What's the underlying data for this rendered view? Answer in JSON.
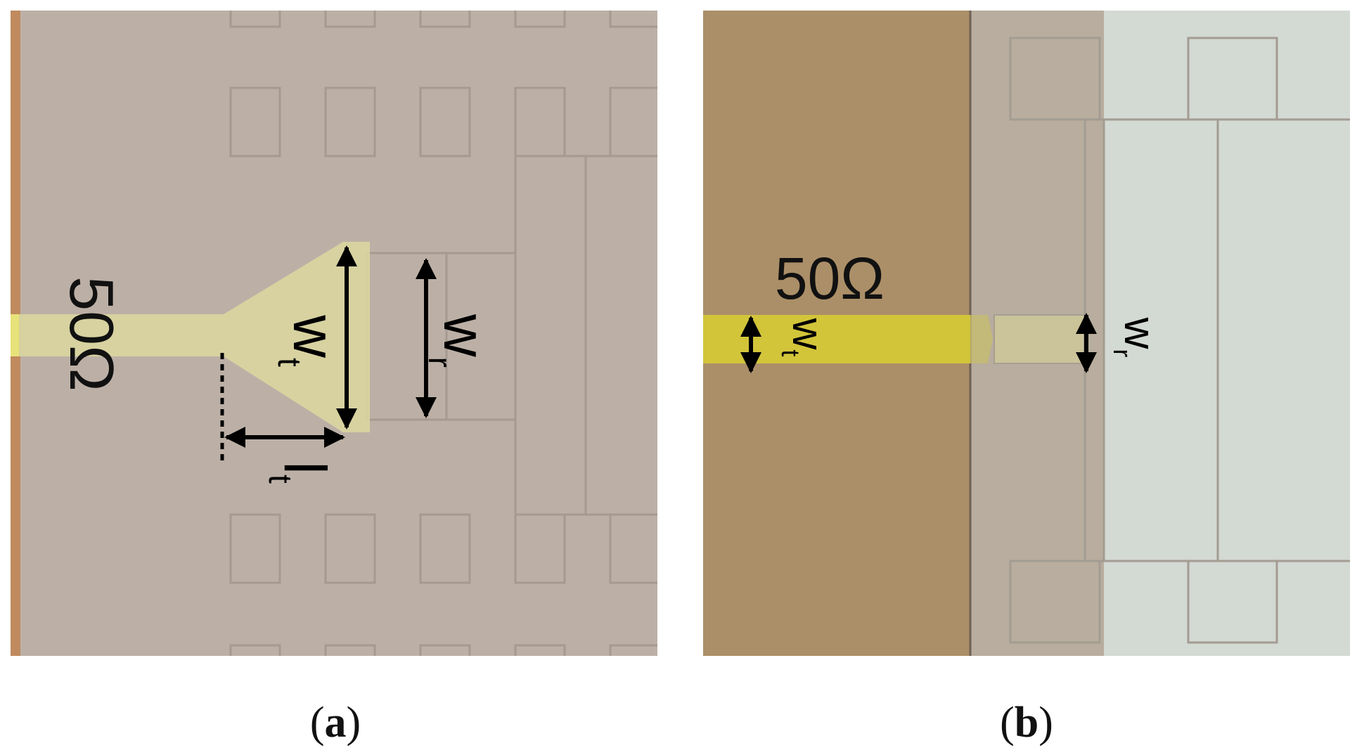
{
  "panel_a": {
    "impedance_label": "50Ω",
    "taper_width": {
      "main": "w",
      "sub": "t"
    },
    "resonator_width": {
      "main": "w",
      "sub": "r"
    },
    "taper_length": {
      "main": "l",
      "sub": "t"
    },
    "caption": {
      "open": "(",
      "letter": "a",
      "close": ")"
    }
  },
  "panel_b": {
    "impedance_label": "50Ω",
    "taper_width": {
      "main": "w",
      "sub": "t"
    },
    "resonator_width": {
      "main": "w",
      "sub": "r"
    },
    "caption": {
      "open": "(",
      "letter": "b",
      "close": ")"
    }
  },
  "colors": {
    "substrate_a": "#bcb0a6",
    "substrate_b_left": "#ab8f68",
    "substrate_b_mid": "#b8ad9e",
    "substrate_b_right": "#d3d9d3",
    "microstrip_a": "#d9d6a0",
    "microstrip_b": "#d2c53a",
    "copper_edge": "#c08a5e",
    "cell_outline": "#a69a90"
  }
}
